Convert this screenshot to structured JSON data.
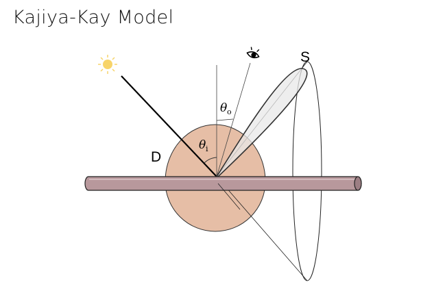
{
  "title": "Kajiya-Kay Model",
  "labels": {
    "diffuse": "D",
    "specular": "S",
    "theta_i": "θ",
    "theta_i_sub": "i",
    "theta_o": "θ",
    "theta_o_sub": "o"
  },
  "icons": {
    "light": "sun-icon",
    "viewer": "eye-icon"
  },
  "colors": {
    "diffuse_fill": "#e6bea6",
    "fiber_fill": "#b8989c",
    "lobe_fill": "#e8e8e8",
    "sun": "#f7d46a"
  }
}
